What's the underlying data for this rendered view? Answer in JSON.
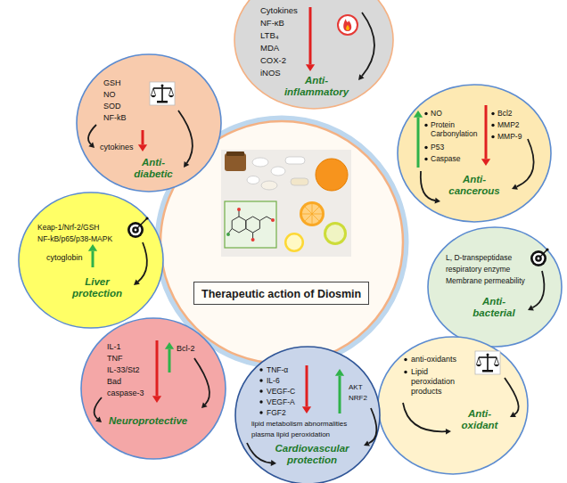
{
  "diagram": {
    "nodes": [
      {
        "text": [
          "Cytokines",
          "NF-κB",
          "LTB₄",
          "MDA",
          "COX-2",
          "iNOS",
          "Anti-inflammatory"
        ]
      },
      {
        "text": [
          "NO",
          "Protein Carbonylation",
          "P53",
          "Caspase",
          "Bcl2",
          "MMP2",
          "MMP-9",
          "Anti-cancerous"
        ]
      },
      {
        "text": [
          "L, D-transpeptidase",
          "respiratory enzyme",
          "Membrane permeability",
          "Anti-bacterial"
        ]
      },
      {
        "text": [
          "anti-oxidants",
          "Lipid peroxidation products",
          "Anti-oxidant"
        ]
      },
      {
        "text": [
          "TNF-α",
          "IL-6",
          "VEGF-C",
          "VEGF-A",
          "FGF2",
          "lipid metabolism abnormalities",
          "plasma lipid peroxidation",
          "AKT",
          "NRF2",
          "Cardiovascular protection"
        ]
      },
      {
        "text": [
          "IL-1",
          "TNF",
          "IL-33/St2",
          "Bad",
          "caspase-3",
          "Bcl-2",
          "Neuroprotective"
        ]
      },
      {
        "text": [
          "Keap-1/Nrf-2/GSH",
          "NF-kB/p65/p38-MAPK",
          "cytoglobin",
          "Liver protection"
        ]
      },
      {
        "text": [
          "GSH",
          "NO",
          "SOD",
          "NF-kB",
          "cytokines",
          "Anti-diabetic"
        ]
      },
      {
        "text": [
          "Therapeutic action of Diosmin"
        ]
      }
    ]
  }
}
